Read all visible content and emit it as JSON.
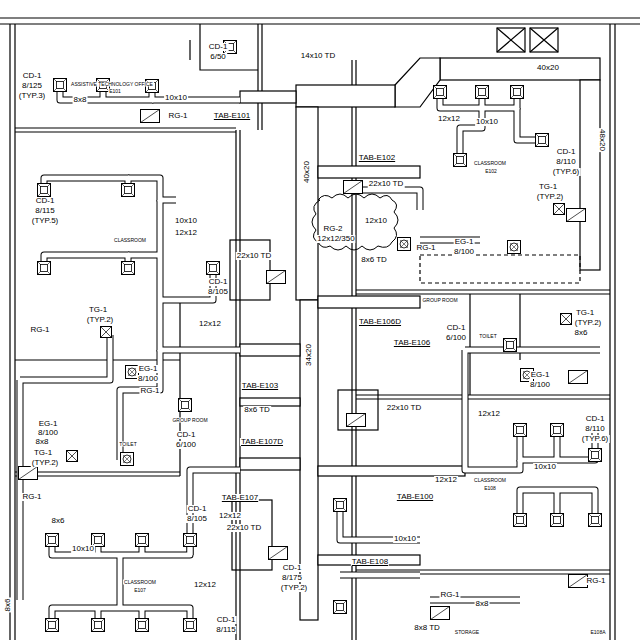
{
  "diagram": {
    "labels": [
      "CD-1",
      "6/50",
      "14x10 TD",
      "CD-1",
      "8/125",
      "(TYP.3)",
      "ASSISTIVE TECHNOLOGY OFFICE",
      "E101",
      "8x8",
      "10x10",
      "RG-1",
      "TAB-E101",
      "40x20",
      "48x20",
      "40x20",
      "12x12",
      "10x10",
      "TAB-E102",
      "CLASSROOM",
      "E102",
      "CD-1",
      "8/110",
      "(TYP.6)",
      "TG-1",
      "(TYP.2)",
      "22x10 TD",
      "RG-2",
      "12x12/350",
      "12x10",
      "EG-1",
      "8/100",
      "RG-1",
      "8x6 TD",
      "CD-1",
      "8/115",
      "(TYP.5)",
      "10x10",
      "12x12",
      "CLASSROOM",
      "22x10 TD",
      "CD-1",
      "8/105",
      "TG-1",
      "(TYP.2)",
      "RG-1",
      "12x12",
      "TAB-E106D",
      "CD-1",
      "6/100",
      "TAB-E106",
      "GROUP ROOM",
      "TG-1",
      "(TYP.2)",
      "TOILET",
      "8x6",
      "EG-1",
      "8/100",
      "EG-1",
      "8/100",
      "RG-1",
      "TAB-E103",
      "34x20",
      "22x10 TD",
      "12x12",
      "CD-1",
      "8/110",
      "(TYP.6)",
      "8x6 TD",
      "TAB-E107D",
      "GROUP ROOM",
      "CD-1",
      "6/100",
      "EG-1",
      "8/100",
      "8x8",
      "TOILET",
      "TG-1",
      "(TYP.2)",
      "RG-1",
      "TAB-E107",
      "CD-1",
      "8/105",
      "12x12",
      "22x10 TD",
      "8x6",
      "TAB-E100",
      "10x10",
      "12x12",
      "CLASSROOM",
      "E108",
      "10x10",
      "10x10",
      "TAB-E108",
      "CD-1",
      "8/175",
      "(TYP.2)",
      "12x12",
      "CLASSROOM",
      "E107",
      "RG-1",
      "RG-1",
      "8x8",
      "8x8 TD",
      "CD-1",
      "8/115",
      "STORAGE",
      "E108A",
      "8x6"
    ]
  }
}
